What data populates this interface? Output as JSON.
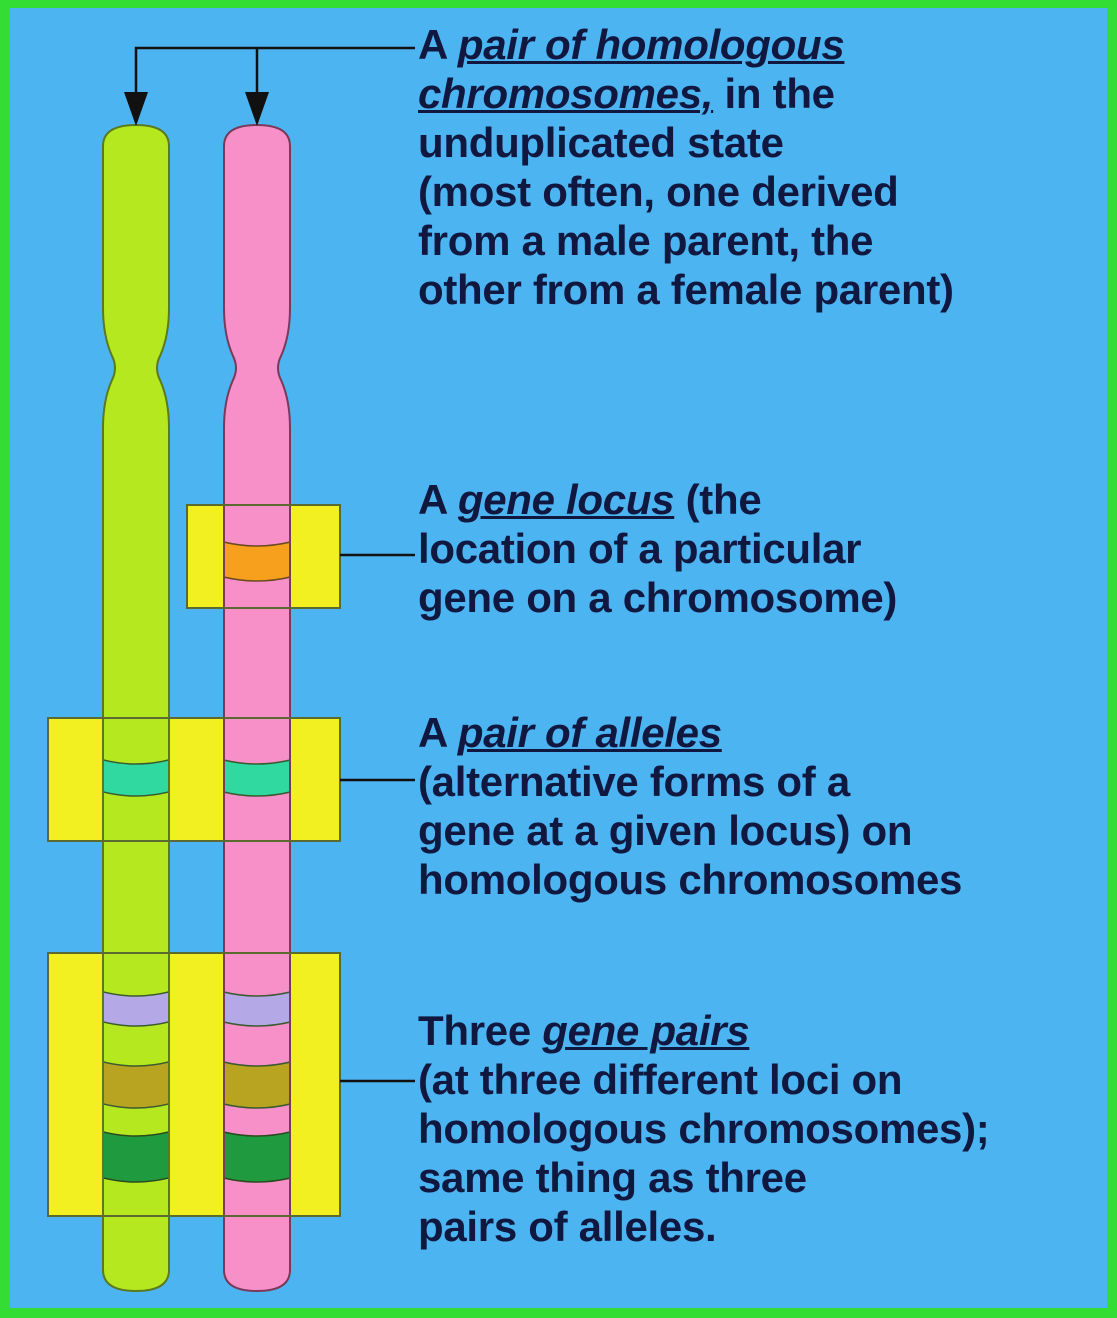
{
  "colors": {
    "background": "#4db4f2",
    "frame": "#33dd33",
    "chromosome_paternal": "#b5e81f",
    "chromosome_maternal": "#f78fc8",
    "highlight_box": "#f3f022",
    "gene_locus_band": "#f6a01e",
    "allele_band": "#2fd9a0",
    "gene_pair_band_1": "#b5a8e6",
    "gene_pair_band_2": "#b8a420",
    "gene_pair_band_3": "#1f9a3f",
    "text": "#101840"
  },
  "labels": {
    "homologous_pair": {
      "prefix": "A ",
      "term_line1": "pair of homologous",
      "term_line2": "chromosomes,",
      "rest_line2": " in the",
      "line3": "unduplicated state",
      "line4": "(most often, one derived",
      "line5": "from a male parent, the",
      "line6": "other from a female parent)"
    },
    "gene_locus": {
      "prefix": "A ",
      "term": "gene locus",
      "rest_line1": " (the",
      "line2": "location of a particular",
      "line3": "gene on a chromosome)"
    },
    "allele_pair": {
      "prefix": "A ",
      "term": "pair of alleles",
      "line2": "(alternative forms of a",
      "line3": "gene at a given locus) on",
      "line4": "homologous chromosomes"
    },
    "gene_pairs": {
      "prefix": "Three ",
      "term": "gene pairs",
      "line2": "(at three different loci on",
      "line3": "homologous chromosomes);",
      "line4": "same thing as three",
      "line5": "pairs of alleles."
    }
  }
}
